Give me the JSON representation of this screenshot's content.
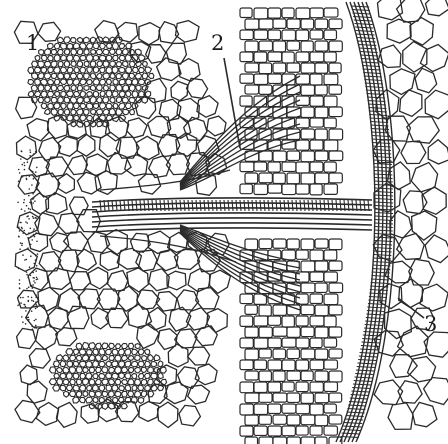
{
  "figure": {
    "labels": {
      "one": "1",
      "two": "2",
      "three": "3"
    },
    "ink_color": "#2a2a2a",
    "paper_color": "#ffffff"
  }
}
